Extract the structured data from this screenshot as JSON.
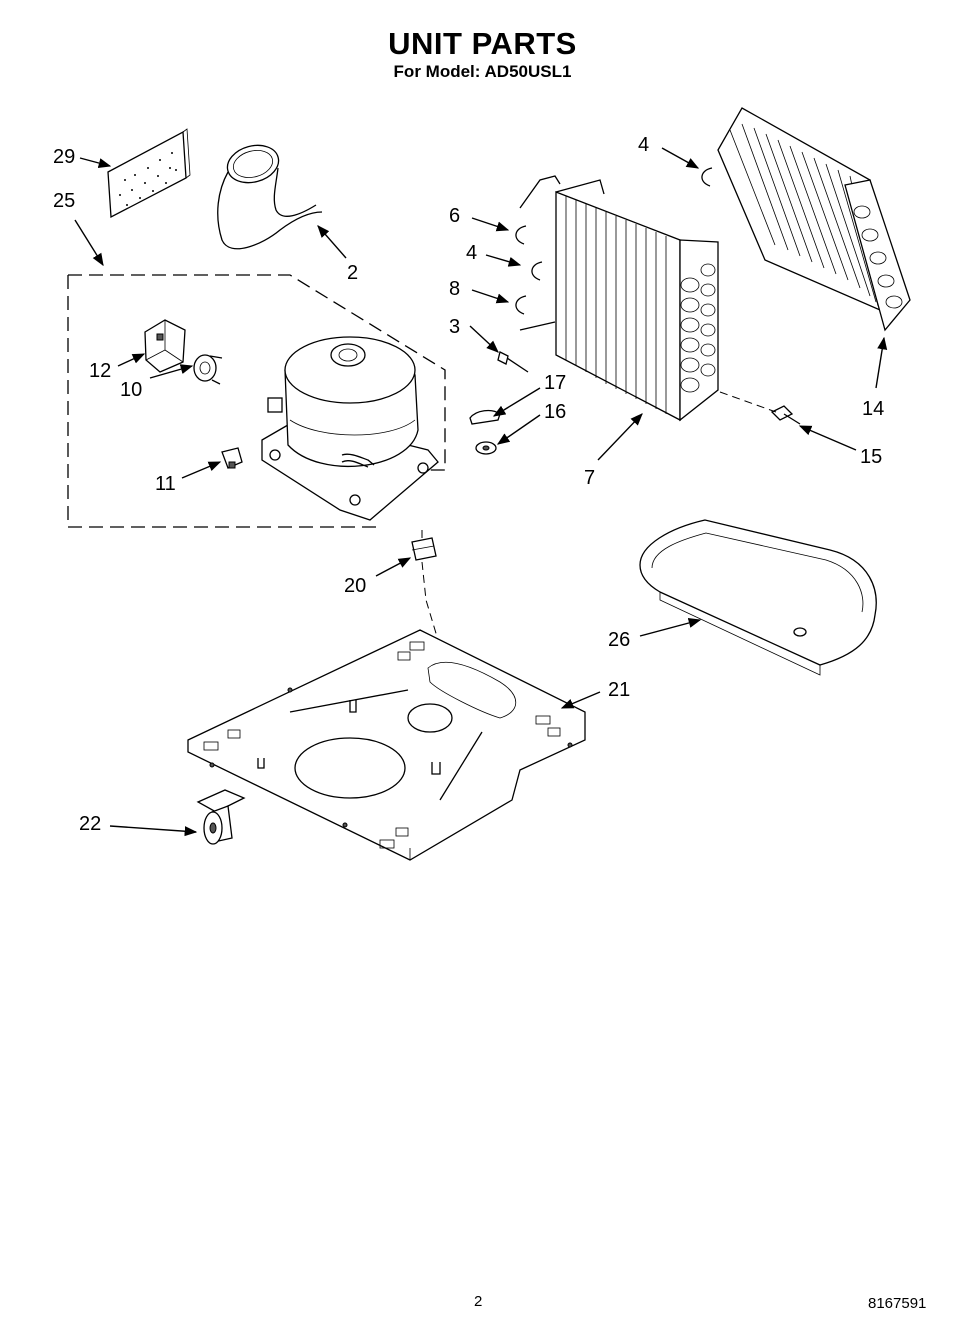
{
  "header": {
    "title": "UNIT PARTS",
    "subtitle": "For Model: AD50USL1"
  },
  "callouts": {
    "c29": "29",
    "c25": "25",
    "c2": "2",
    "c4a": "4",
    "c6": "6",
    "c4b": "4",
    "c8": "8",
    "c3": "3",
    "c17": "17",
    "c16": "16",
    "c7": "7",
    "c14": "14",
    "c15": "15",
    "c12": "12",
    "c10": "10",
    "c11": "11",
    "c20": "20",
    "c26": "26",
    "c21": "21",
    "c22": "22"
  },
  "footer": {
    "page_number": "2",
    "document_number": "8167591"
  }
}
